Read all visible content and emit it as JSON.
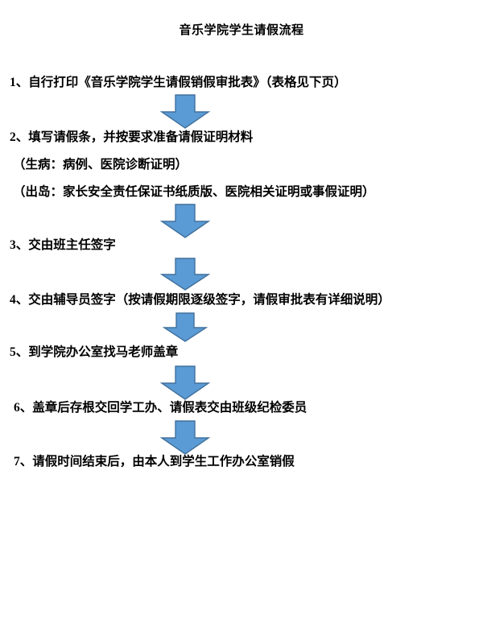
{
  "document": {
    "title": "音乐学院学生请假流程",
    "background_color": "#FFFFFF",
    "text_color": "#000000"
  },
  "arrow_style": {
    "fill_color": "#5B9BD5",
    "outline_color": "#41719C",
    "direction": "down",
    "icon": "arrow-down-icon"
  },
  "flow": {
    "steps": [
      {
        "number": "1",
        "text": "1、自行打印《音乐学院学生请假销假审批表》（表格见下页）"
      },
      {
        "number": "2",
        "text": "2、填写请假条，并按要求准备请假证明材料"
      },
      {
        "number": "3",
        "text": "3、交由班主任签字"
      },
      {
        "number": "4",
        "text": "4、交由辅导员签字（按请假期限逐级签字，请假审批表有详细说明）"
      },
      {
        "number": "5",
        "text": "5、到学院办公室找马老师盖章"
      },
      {
        "number": "6",
        "text": "6、盖章后存根交回学工办、请假表交由班级纪检委员"
      },
      {
        "number": "7",
        "text": "7、请假时间结束后，由本人到学生工作办公室销假"
      }
    ],
    "substeps": [
      {
        "text": "（生病：病例、医院诊断证明）"
      },
      {
        "text": "（出岛：家长安全责任保证书纸质版、医院相关证明或事假证明）"
      }
    ],
    "connectors": [
      {
        "label": "arrow-step1-to-step2"
      },
      {
        "label": "arrow-step2-to-step3"
      },
      {
        "label": "arrow-step3-to-step4"
      },
      {
        "label": "arrow-step4-to-step5"
      },
      {
        "label": "arrow-step5-to-step6"
      },
      {
        "label": "arrow-step6-to-step7"
      }
    ]
  }
}
